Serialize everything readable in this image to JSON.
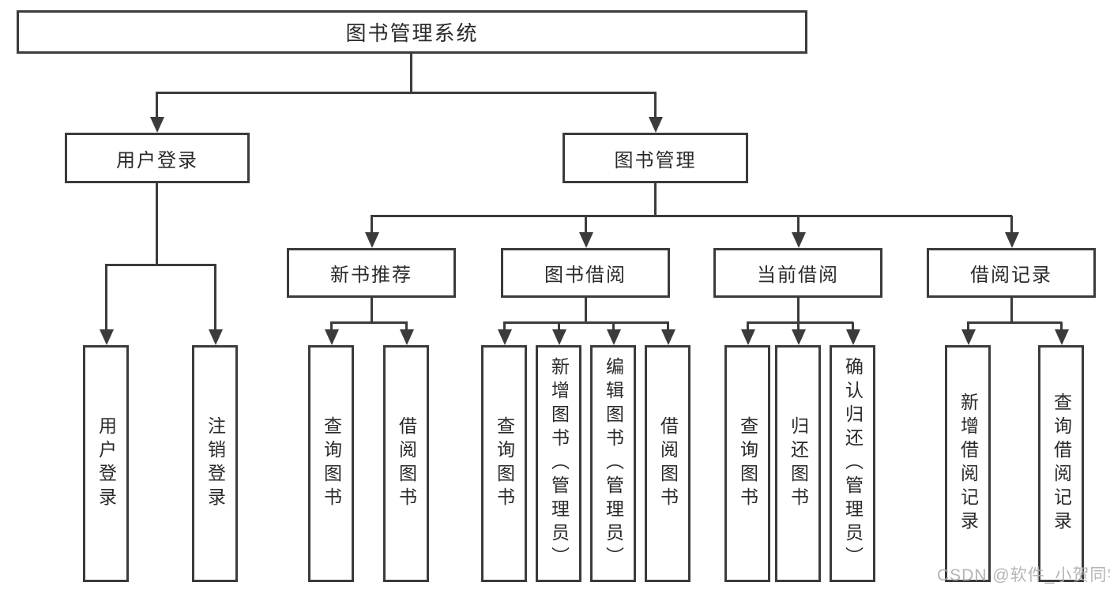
{
  "diagram": {
    "root": {
      "label": "图书管理系统"
    },
    "user_login": {
      "label": "用户登录",
      "children": {
        "login": {
          "label": "用户登录"
        },
        "logout": {
          "label": "注销登录"
        }
      }
    },
    "book_mgmt": {
      "label": "图书管理",
      "sections": {
        "new_books": {
          "label": "新书推荐",
          "children": {
            "query": {
              "label": "查询图书"
            },
            "borrow": {
              "label": "借阅图书"
            }
          }
        },
        "book_borrow": {
          "label": "图书借阅",
          "children": {
            "query": {
              "label": "查询图书"
            },
            "add": {
              "label": "新增图书（管理员）"
            },
            "edit": {
              "label": "编辑图书（管理员）"
            },
            "borrow": {
              "label": "借阅图书"
            }
          }
        },
        "current_borrow": {
          "label": "当前借阅",
          "children": {
            "query": {
              "label": "查询图书"
            },
            "return": {
              "label": "归还图书"
            },
            "confirm": {
              "label": "确认归还（管理员）"
            }
          }
        },
        "borrow_records": {
          "label": "借阅记录",
          "children": {
            "add": {
              "label": "新增借阅记录"
            },
            "query": {
              "label": "查询借阅记录"
            }
          }
        }
      }
    },
    "watermark": "CSDN @软件_小贺同学",
    "colors": {
      "line": "#3b3b3b",
      "text": "#2a2a2a",
      "watermark": "#afafaf",
      "background": "#ffffff"
    }
  }
}
